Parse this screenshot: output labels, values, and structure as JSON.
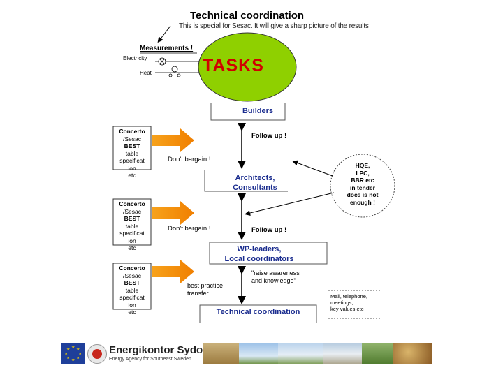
{
  "header": {
    "title": "Technical coordination",
    "subtitle": "This is special for Sesac. It will give a sharp picture of the results"
  },
  "measurements": {
    "title": "Measurements !",
    "electricity": "Electricity",
    "heat": "Heat"
  },
  "center": {
    "tasks": "TASKS"
  },
  "boxes": {
    "builders": "Builders",
    "architects_1": "Architects,",
    "architects_2": "Consultants",
    "wp_1": "WP-leaders,",
    "wp_2": "Local coordinators",
    "tech": "Technical coordination"
  },
  "side_notes": [
    {
      "l1": "Concerto",
      "l2": "/Sesac",
      "l3": "BEST",
      "l4": "table",
      "l5": "specificat",
      "l6": "ion",
      "l7": "etc"
    },
    {
      "l1": "Concerto",
      "l2": "/Sesac",
      "l3": "BEST",
      "l4": "table",
      "l5": "specificat",
      "l6": "ion",
      "l7": "etc"
    },
    {
      "l1": "Concerto",
      "l2": "/Sesac",
      "l3": "BEST",
      "l4": "table",
      "l5": "specificat",
      "l6": "ion",
      "l7": "etc"
    }
  ],
  "labels": {
    "follow_up_1": "Follow up !",
    "dont_bargain_1": "Don't bargain !",
    "dont_bargain_2": "Don't bargain !",
    "follow_up_2": "Follow up !",
    "raise_1": "\"raise awareness",
    "raise_2": "and knowledge\"",
    "best_1": "best practice",
    "best_2": "transfer"
  },
  "hqe_note": {
    "l1": "HQE,",
    "l2": "LPC,",
    "l3": "BBR etc",
    "l4": "in tender",
    "l5": "docs is not",
    "l6": "enough !"
  },
  "mail_note": {
    "l1": "Mail, telephone,",
    "l2": "meetings,",
    "l3": "key values etc"
  },
  "footer": {
    "brand": "Energikontor Sydost",
    "tagline": "Energy Agency for Southeast Sweden"
  },
  "colors": {
    "ellipse_fill": "#8fd000",
    "tasks_text": "#d10000",
    "box_text": "#1b2d8f",
    "arrow_orange": "#f28c00",
    "eu_blue": "#1f3f9a"
  }
}
